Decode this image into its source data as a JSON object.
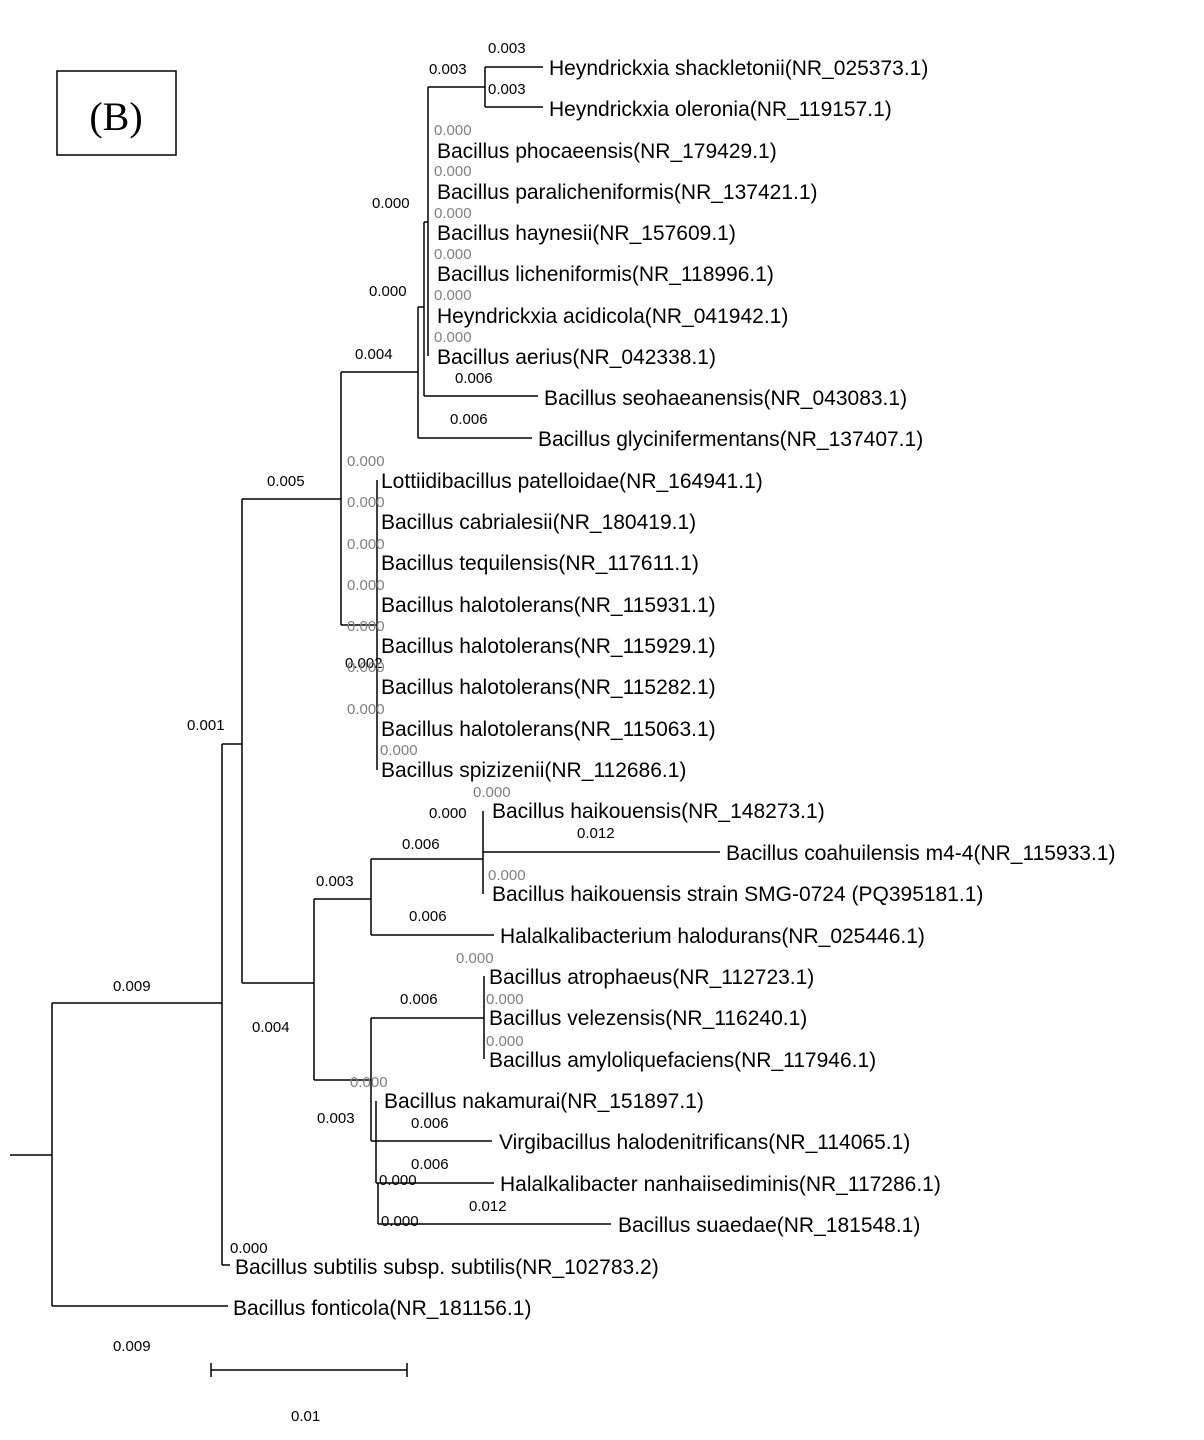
{
  "panel_label": "(B)",
  "scale_bar": {
    "label": "0.01",
    "length": 0.01,
    "corner_value": "0.009"
  },
  "taxa": [
    "Heyndrickxia shackletonii(NR_025373.1)",
    "Heyndrickxia oleronia(NR_119157.1)",
    "Bacillus phocaeensis(NR_179429.1)",
    "Bacillus paralicheniformis(NR_137421.1)",
    "Bacillus haynesii(NR_157609.1)",
    "Bacillus licheniformis(NR_118996.1)",
    "Heyndrickxia acidicola(NR_041942.1)",
    "Bacillus aerius(NR_042338.1)",
    "Bacillus seohaeanensis(NR_043083.1)",
    "Bacillus glycinifermentans(NR_137407.1)",
    "Lottiidibacillus patelloidae(NR_164941.1)",
    "Bacillus cabrialesii(NR_180419.1)",
    "Bacillus tequilensis(NR_117611.1)",
    "Bacillus halotolerans(NR_115931.1)",
    "Bacillus halotolerans(NR_115929.1)",
    "Bacillus halotolerans(NR_115282.1)",
    "Bacillus halotolerans(NR_115063.1)",
    "Bacillus spizizenii(NR_112686.1)",
    "Bacillus haikouensis(NR_148273.1)",
    "Bacillus coahuilensis m4-4(NR_115933.1)",
    "Bacillus haikouensis strain SMG-0724 (PQ395181.1)",
    "Halalkalibacterium halodurans(NR_025446.1)",
    "Bacillus atrophaeus(NR_112723.1)",
    "Bacillus velezensis(NR_116240.1)",
    "Bacillus amyloliquefaciens(NR_117946.1)",
    "Bacillus nakamurai(NR_151897.1)",
    "Virgibacillus halodenitrificans(NR_114065.1)",
    "Halalkalibacter nanhaiisediminis(NR_117286.1)",
    "Bacillus suaedae(NR_181548.1)",
    "Bacillus subtilis subsp. subtilis(NR_102783.2)",
    "Bacillus fonticola(NR_181156.1)"
  ],
  "branch_labels": [
    "0.003",
    "0.003",
    "0.003",
    "0.000",
    "0.000",
    "0.000",
    "0.000",
    "0.000",
    "0.000",
    "0.000",
    "0.000",
    "0.006",
    "0.006",
    "0.004",
    "0.000",
    "0.000",
    "0.000",
    "0.000",
    "0.000",
    "0.002",
    "0.000",
    "0.000",
    "0.000",
    "0.005",
    "0.000",
    "0.000",
    "0.012",
    "0.000",
    "0.006",
    "0.006",
    "0.003",
    "0.000",
    "0.000",
    "0.000",
    "0.006",
    "0.000",
    "0.006",
    "0.000",
    "0.006",
    "0.000",
    "0.012",
    "0.003",
    "0.004",
    "0.001",
    "0.000",
    "0.009"
  ]
}
